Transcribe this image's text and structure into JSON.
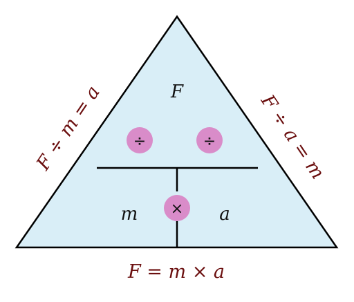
{
  "diagram": {
    "variables": {
      "top": "F",
      "bottom_left": "m",
      "bottom_right": "a"
    },
    "operators": {
      "left_divide": "÷",
      "right_divide": "÷",
      "multiply": "×"
    },
    "formulas": {
      "left_side": "F ÷ m = a",
      "right_side": "F ÷ a = m",
      "bottom": "F = m × a"
    },
    "colors": {
      "triangle_fill": "#d9eef7",
      "outline": "#000000",
      "operator_circle": "#d98cc9",
      "formula_text": "#6b0f0f"
    }
  }
}
